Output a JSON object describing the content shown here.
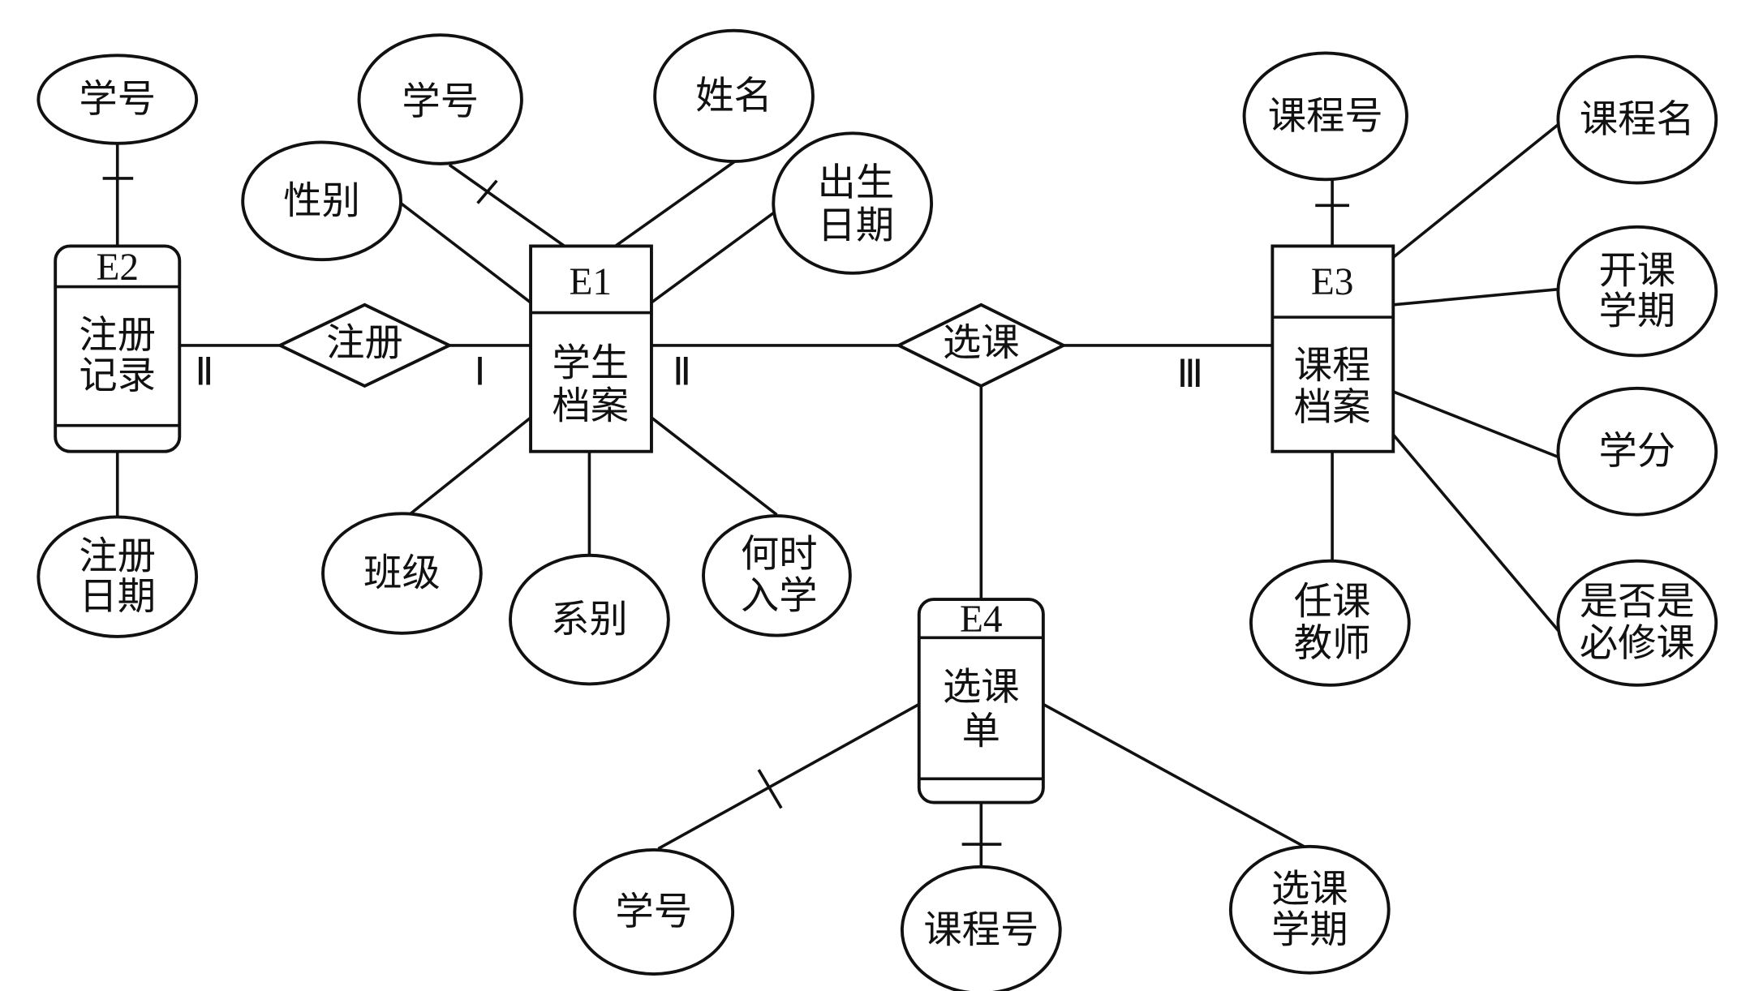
{
  "diagram": {
    "type": "E-R diagram",
    "entities": [
      {
        "id": "E1",
        "name_lines": [
          "学生",
          "档案"
        ],
        "style": "rectangle"
      },
      {
        "id": "E2",
        "name_lines": [
          "注册",
          "记录"
        ],
        "style": "rounded"
      },
      {
        "id": "E3",
        "name_lines": [
          "课程",
          "档案"
        ],
        "style": "rectangle"
      },
      {
        "id": "E4",
        "name_lines": [
          "选课",
          "单"
        ],
        "style": "rounded"
      }
    ],
    "relationships": [
      {
        "name": "注册",
        "connects": [
          "E2",
          "E1"
        ],
        "cardinality": [
          "Ⅱ",
          "Ⅰ"
        ]
      },
      {
        "name": "选课",
        "connects": [
          "E1",
          "E3",
          "E4"
        ],
        "cardinality": [
          "Ⅱ",
          "Ⅲ"
        ]
      }
    ],
    "attributes": {
      "E2": [
        {
          "lines": [
            "学号"
          ],
          "key": true
        },
        {
          "lines": [
            "注册",
            "日期"
          ],
          "key": false
        }
      ],
      "E1": [
        {
          "lines": [
            "学号"
          ],
          "key": true
        },
        {
          "lines": [
            "姓名"
          ],
          "key": false
        },
        {
          "lines": [
            "性别"
          ],
          "key": false
        },
        {
          "lines": [
            "出生",
            "日期"
          ],
          "key": false
        },
        {
          "lines": [
            "班级"
          ],
          "key": false
        },
        {
          "lines": [
            "系别"
          ],
          "key": false
        },
        {
          "lines": [
            "何时",
            "入学"
          ],
          "key": false
        }
      ],
      "E3": [
        {
          "lines": [
            "课程号"
          ],
          "key": true
        },
        {
          "lines": [
            "课程名"
          ],
          "key": false
        },
        {
          "lines": [
            "开课",
            "学期"
          ],
          "key": false
        },
        {
          "lines": [
            "学分"
          ],
          "key": false
        },
        {
          "lines": [
            "任课",
            "教师"
          ],
          "key": false
        },
        {
          "lines": [
            "是否是",
            "必修课"
          ],
          "key": false
        }
      ],
      "E4": [
        {
          "lines": [
            "学号"
          ],
          "key": true
        },
        {
          "lines": [
            "课程号"
          ],
          "key": true
        },
        {
          "lines": [
            "选课",
            "学期"
          ],
          "key": false
        }
      ]
    }
  }
}
